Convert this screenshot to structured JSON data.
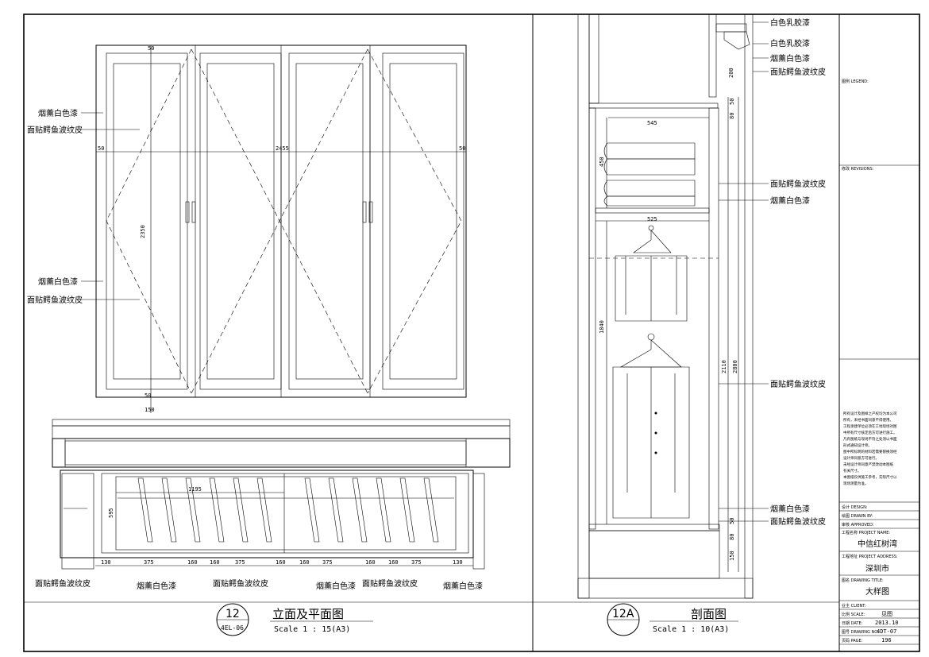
{
  "left_view": {
    "callouts_upper": [
      "烟薰白色漆",
      "面贴鳄鱼波纹皮"
    ],
    "callouts_mid": [
      "烟薰白色漆",
      "面贴鳄鱼波纹皮"
    ],
    "dims": {
      "top_margin": "50",
      "left_margin": "50",
      "width": "2455",
      "right_margin": "50",
      "height": "2350",
      "bottom_margin": "50",
      "base": "150",
      "plan_inner": "1195",
      "plan_depth": "595"
    },
    "plan_dims": [
      "130",
      "375",
      "160",
      "160",
      "375",
      "160",
      "160",
      "375",
      "160",
      "160",
      "375",
      "130"
    ],
    "bottom_callouts": [
      "面贴鳄鱼波纹皮",
      "烟薰白色漆",
      "面贴鳄鱼波纹皮",
      "烟薰白色漆",
      "面贴鳄鱼波纹皮",
      "烟薰白色漆"
    ],
    "title_no": "12",
    "title_ref": "4EL-06",
    "title": "立面及平面图",
    "scale": "Scale 1 : 15(A3)"
  },
  "right_view": {
    "callouts": [
      "白色乳胶漆",
      "白色乳胶漆",
      "烟薰白色漆",
      "面贴鳄鱼波纹皮",
      "面贴鳄鱼波纹皮",
      "烟薰白色漆",
      "面贴鳄鱼波纹皮",
      "烟薰白色漆",
      "面贴鳄鱼波纹皮"
    ],
    "dims": {
      "top": "200",
      "upper_50": "50",
      "upper_80": "80",
      "shelf_width": "545",
      "fold_height": "450",
      "rod_width": "525",
      "hang_height": "1840",
      "total_2110": "2110",
      "total_2800": "2800",
      "bottom_50": "50",
      "bottom_80": "80",
      "bottom_150": "150"
    },
    "title_no": "12A",
    "title": "剖面图",
    "scale": "Scale 1 : 10(A3)"
  },
  "title_block": {
    "legend_label": "图例 LEGEND:",
    "revisions_label": "修改 REVISIONS:",
    "notes": [
      "所有设计及图样之产权均为本公司",
      "所有，未经书面同意不得使用。",
      "工程承建单位必须在工地现场对图",
      "中所有尺寸核定后方可进行施工。",
      "凡有图纸与现场不符之处须以书面",
      "形式通知设计师。",
      "图中所标明的材料若需要替换须经",
      "设计师同意方可进行。",
      "未经设计师同意严禁改动本图纸",
      "有关尺寸。",
      "本图纸仅供施工参考，实际尺寸以",
      "现场测量为准。"
    ],
    "design_label": "设计 DESIGN:",
    "drawn_label": "绘图 DRAWN BY:",
    "approved_label": "审核 APPROVED:",
    "project_label": "工程名称 PROJECT NAME:",
    "project_name": "中信红树湾",
    "address_label": "工程地址 PROJECT ADDRESS:",
    "address": "深圳市",
    "drawing_title_label": "图名 DRAWING TITLE:",
    "drawing_title": "大样图",
    "client_label": "业主 CLIENT:",
    "scale_label": "比例 SCALE:",
    "scale_value": "见图",
    "date_label": "日期 DATE:",
    "date_value": "2013.10",
    "drawing_no_label": "图号 DRAWING NO:",
    "drawing_no": "4DT-07",
    "page_label": "页码 PAGE:",
    "page_no": "196"
  }
}
